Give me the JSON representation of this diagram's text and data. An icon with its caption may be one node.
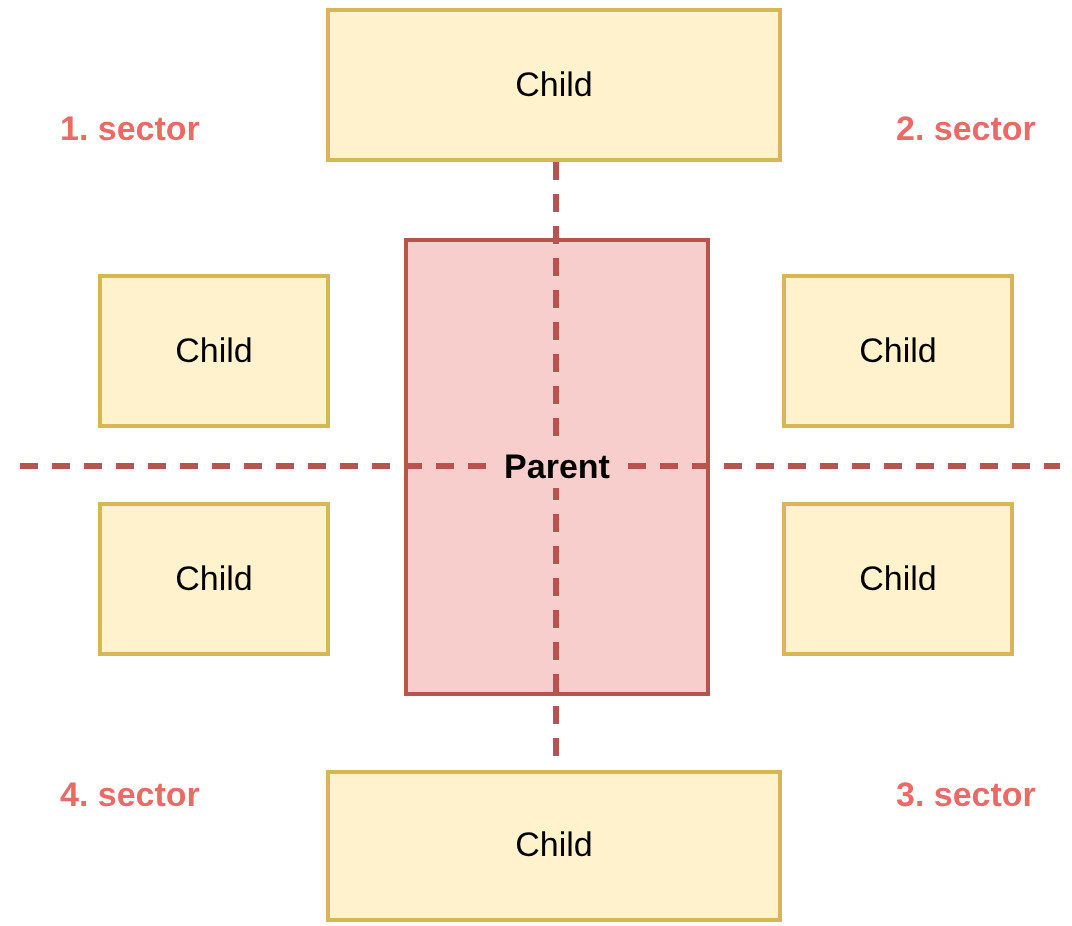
{
  "diagram": {
    "nodes": [
      {
        "text": [
          "Child"
        ]
      },
      {
        "text": [
          "Child"
        ]
      },
      {
        "text": [
          "Parent"
        ]
      },
      {
        "text": [
          "Child"
        ]
      },
      {
        "text": [
          "Child"
        ]
      },
      {
        "text": [
          "Child"
        ]
      },
      {
        "text": [
          "Child"
        ]
      }
    ],
    "labels": [
      "1. sector",
      "2. sector",
      "4. sector",
      "3. sector"
    ]
  }
}
